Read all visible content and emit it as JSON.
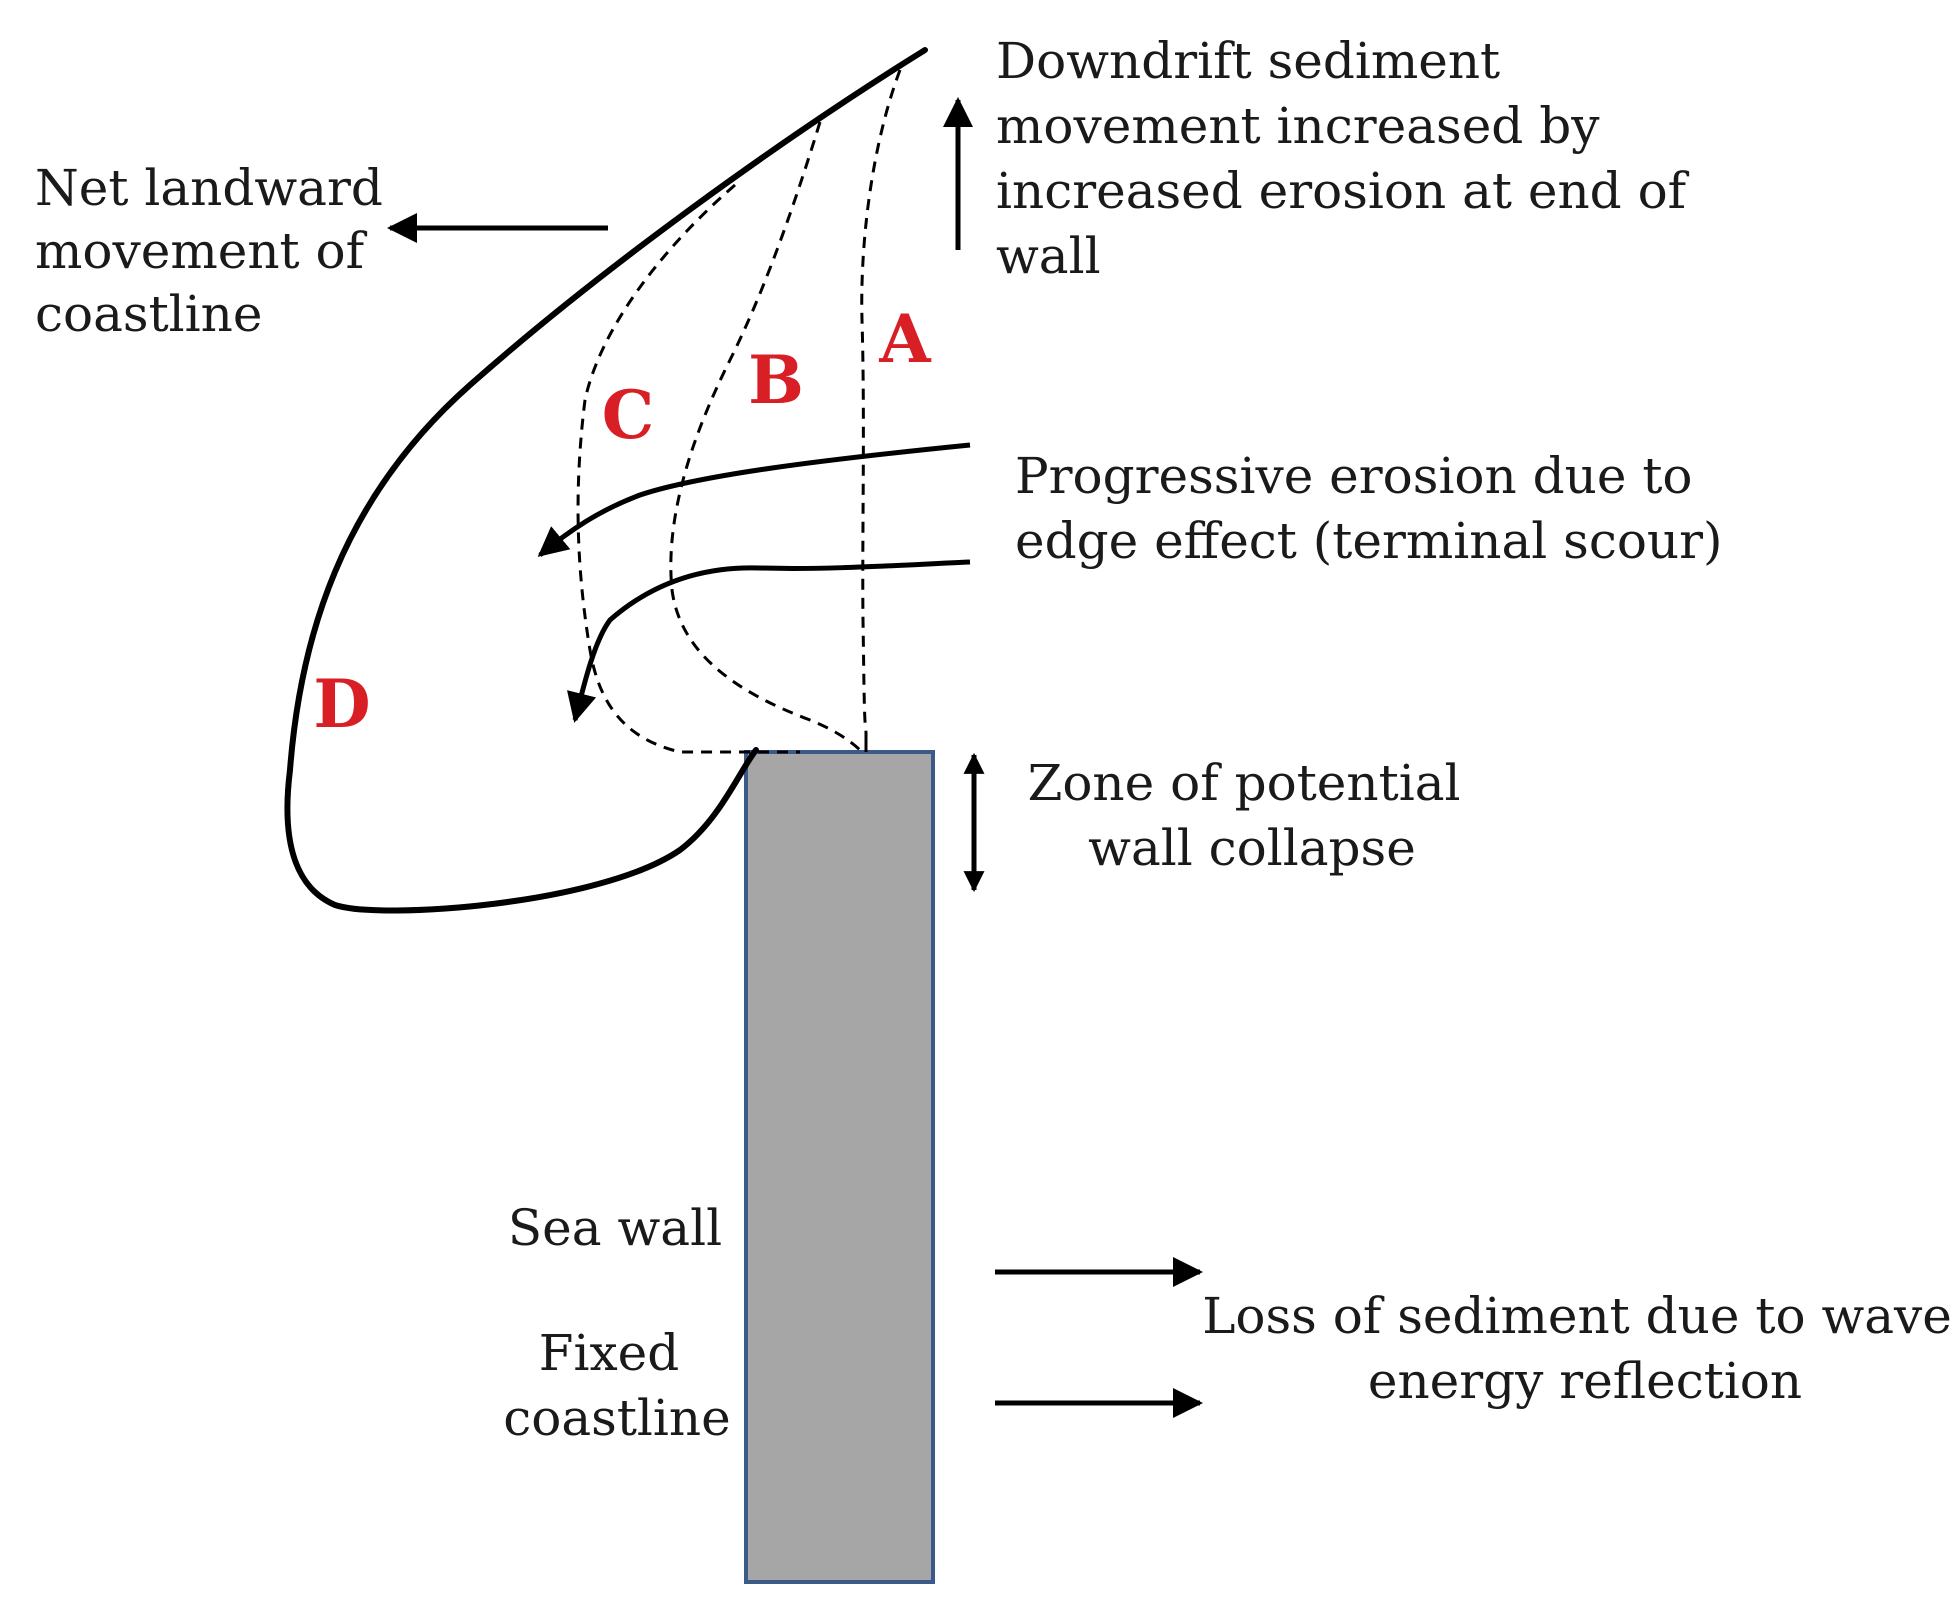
{
  "labels": {
    "net_landward": [
      "Net landward",
      "movement of",
      "coastline"
    ],
    "downdrift": [
      "Downdrift sediment",
      "movement increased by",
      "increased erosion at end of",
      "wall"
    ],
    "progressive": [
      "Progressive erosion due to",
      "edge effect (terminal scour)"
    ],
    "zone": [
      "Zone of potential",
      "wall collapse"
    ],
    "sea_wall": "Sea wall",
    "fixed_coastline": [
      "Fixed",
      "coastline"
    ],
    "loss": [
      "Loss of sediment due to wave",
      "energy reflection"
    ]
  },
  "stages": {
    "a": "A",
    "b": "B",
    "c": "C",
    "d": "D"
  },
  "colors": {
    "stage_text": "#d91f26",
    "wall_fill": "#a6a6a6",
    "wall_border": "#3b5a8a",
    "line": "#000000"
  }
}
